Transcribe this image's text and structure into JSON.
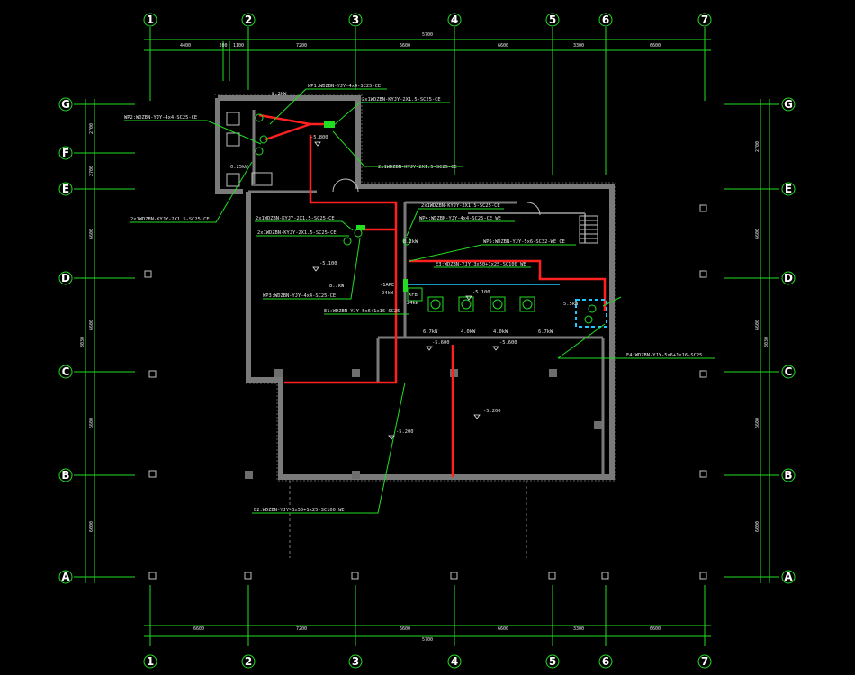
{
  "colors": {
    "background": "#000000",
    "axis": "#22dd22",
    "wall": "#7a7a7a",
    "power": "#ff2020",
    "bus": "#20c8ff",
    "annotation": "#22dd22",
    "text": "#e8e8e8"
  },
  "axes": {
    "columns": [
      "1",
      "2",
      "3",
      "4",
      "5",
      "6",
      "7"
    ],
    "rows": [
      "G",
      "F",
      "E",
      "D",
      "C",
      "B",
      "A"
    ]
  },
  "dimensions": {
    "top_total": "5700",
    "top_segments": [
      "4400",
      "200",
      "1100",
      "7200",
      "6600",
      "6600",
      "3300",
      "6600"
    ],
    "bottom_total": "5700",
    "bottom_segments": [
      "6600",
      "7200",
      "6600",
      "6600",
      "3300",
      "6600"
    ],
    "left_total": "3030",
    "left_segments": [
      "2700",
      "2700",
      "6600",
      "6600",
      "6600",
      "6600"
    ],
    "right_total": "3030",
    "right_segments": [
      "2700",
      "6600",
      "6600",
      "6600",
      "6600"
    ]
  },
  "annotations": {
    "wp1": "WP1:WDZBN-YJY-4x4-SC25-CE",
    "wp2": "WP2:WDZBN-YJY-4x4-SC25-CE",
    "ce_top": "2x1WDZBN-KYJY-2X1.5-SC25-CE",
    "ce_mid": "2x1WDZBN-KYJY-2X1.5-SC25-CE",
    "ce_left": "2x1WDZBN-KYJY-2X1.5-SC25-CE",
    "ce_c1": "2x1WDZBN-KYJY-2X1.5-SC25-CE",
    "ce_c2": "2x1WDZBN-KYJY-2X1.5-SC25-CE",
    "ce_r1": "2x1WDZBN-KYJY-2X1.5-SC25-CE",
    "wp4": "WP4:WDZBN-YJY-4x4-SC25-CE WE",
    "wp5": "WP5:WDZBN-YJY-5x6-SC32-WE CE",
    "wp3": "WP3:WDZBN-YJY-4x4-SC25-CE",
    "e1": "E1:WDZBN-YJY-5x6+1x16-SC25",
    "e2": "E2:WDZBN-YJY-3x50+1x25-SC100 WE",
    "e3": "E3:WDZBN-YJY-3x50+1x25-SC100 WE",
    "e4": "E4:WDZBN-YJY-5x6+1x16-SC25",
    "load_top": "8.2kW",
    "load_f": "0.25kW",
    "load_mid": "8.2kW",
    "load_left": "8.7kW",
    "load_right": "5.5kW",
    "pane": "-1APE",
    "pane_load": "24kW",
    "xfb": "XFB",
    "xfb_load": "24kW",
    "fan1": "6.7kW",
    "fan2": "4.0kW",
    "fan3": "4.0kW",
    "fan4": "6.7kW",
    "lvl_top": "-5.800",
    "lvl_left": "-5.100",
    "lvl_mid": "-5.100",
    "lvl_room1": "-5.600",
    "lvl_room2": "-5.600",
    "lvl_big": "-5.200",
    "lvl_big2": "-5.200"
  }
}
